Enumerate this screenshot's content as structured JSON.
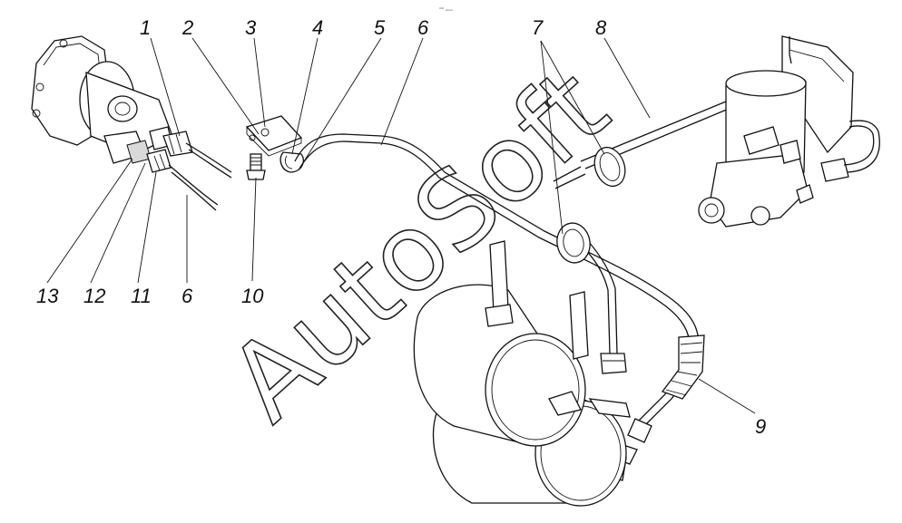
{
  "callouts": {
    "n1": "1",
    "n2": "2",
    "n3": "3",
    "n4": "4",
    "n5": "5",
    "n6a": "6",
    "n7": "7",
    "n8": "8",
    "n9": "9",
    "n10": "10",
    "n11": "11",
    "n12": "12",
    "n13": "13",
    "n6b": "6"
  },
  "top_mark": "ᵐᵇ ₐₘₘ",
  "watermark": "AutoSoft",
  "colors": {
    "line": "#111111",
    "background": "#ffffff",
    "shade": "#d9d9d9"
  }
}
